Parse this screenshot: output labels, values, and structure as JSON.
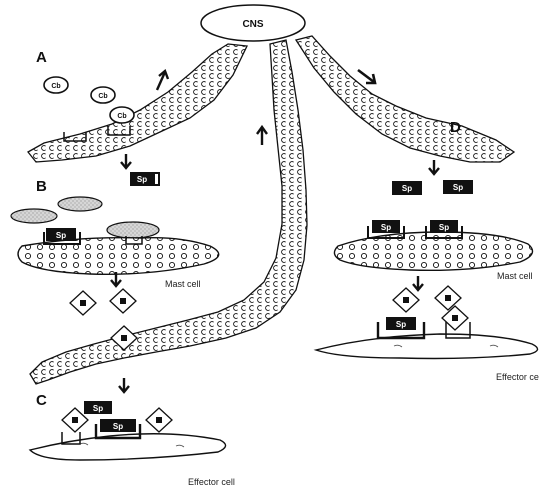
{
  "labels": {
    "cns": "CNS",
    "a": "A",
    "b": "B",
    "c": "C",
    "d": "D",
    "mast_cell_left": "Mast cell",
    "mast_cell_right": "Mast cell",
    "effector_cell_left": "Effector cell",
    "effector_cell_right": "Effector ce",
    "sp": "Sp",
    "cb": "Cb"
  }
}
